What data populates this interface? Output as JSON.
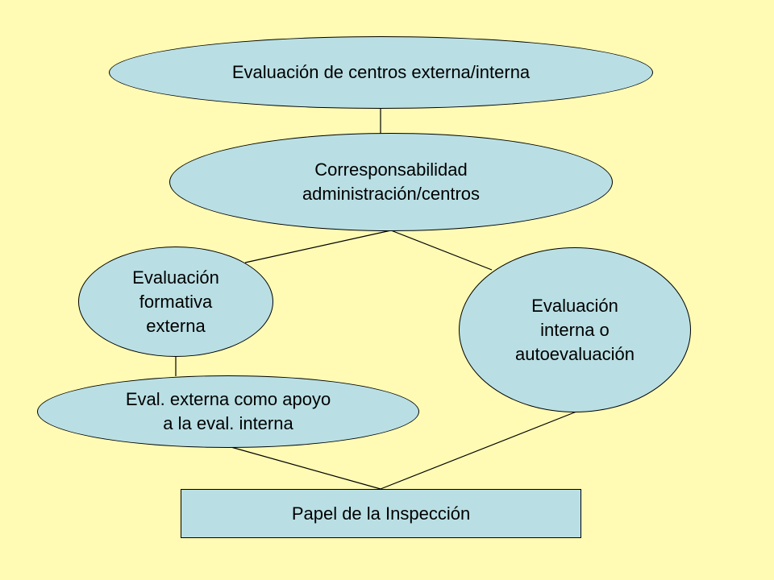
{
  "colors": {
    "background": "#FFFBB4",
    "node_fill": "#B9DFE4",
    "stroke": "#000000"
  },
  "diagram": {
    "nodes": {
      "top": "Evaluación de centros externa/interna",
      "coresp": "Corresponsabilidad\nadministración/centros",
      "formativa": "Evaluación\nformativa\nexterna",
      "interna": "Evaluación\ninterna o\nautoevaluación",
      "apoyo": "Eval. externa como apoyo\na la eval. interna",
      "inspeccion": "Papel de la Inspección"
    },
    "edges": [
      {
        "from": "top",
        "to": "coresp"
      },
      {
        "from": "coresp",
        "to": "formativa"
      },
      {
        "from": "coresp",
        "to": "interna"
      },
      {
        "from": "formativa",
        "to": "apoyo"
      },
      {
        "from": "apoyo",
        "to": "inspeccion"
      },
      {
        "from": "interna",
        "to": "inspeccion"
      }
    ]
  }
}
